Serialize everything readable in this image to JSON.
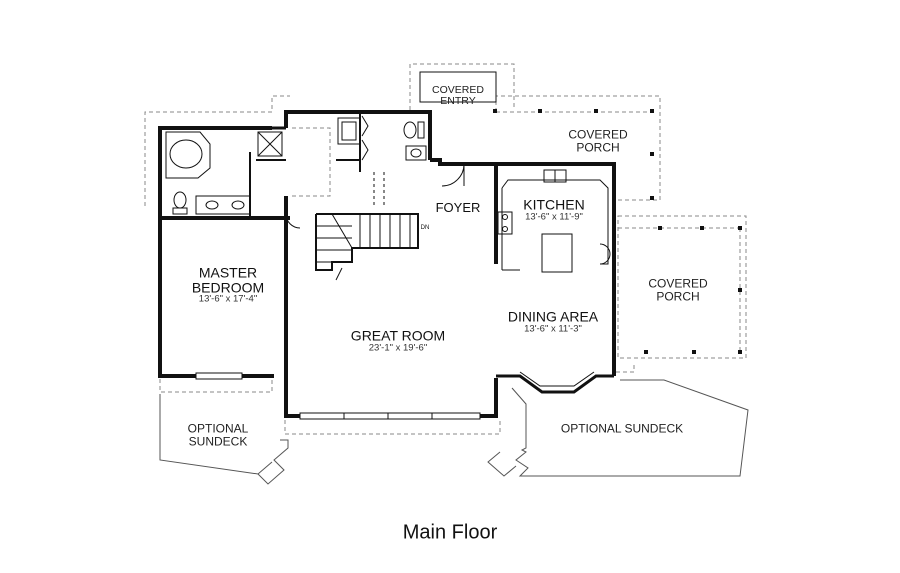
{
  "caption": "Main Floor",
  "rooms": {
    "covered_entry": {
      "l1": "COVERED",
      "l2": "ENTRY"
    },
    "covered_porch_top": {
      "l1": "COVERED",
      "l2": "PORCH"
    },
    "covered_porch_right": {
      "l1": "COVERED",
      "l2": "PORCH"
    },
    "foyer": {
      "name": "FOYER"
    },
    "kitchen": {
      "name": "KITCHEN",
      "dims": "13'-6\" x 11'-9\""
    },
    "master_bedroom": {
      "l1": "MASTER",
      "l2": "BEDROOM",
      "dims": "13'-6\" x 17'-4\""
    },
    "great_room": {
      "name": "GREAT ROOM",
      "dims": "23'-1\" x 19'-6\""
    },
    "dining_area": {
      "name": "DINING AREA",
      "dims": "13'-6\" x 11'-3\""
    },
    "sundeck_left": {
      "l1": "OPTIONAL",
      "l2": "SUNDECK"
    },
    "sundeck_right": {
      "name": "OPTIONAL SUNDECK"
    }
  },
  "fixtures": {
    "stair_mark": "DN"
  }
}
